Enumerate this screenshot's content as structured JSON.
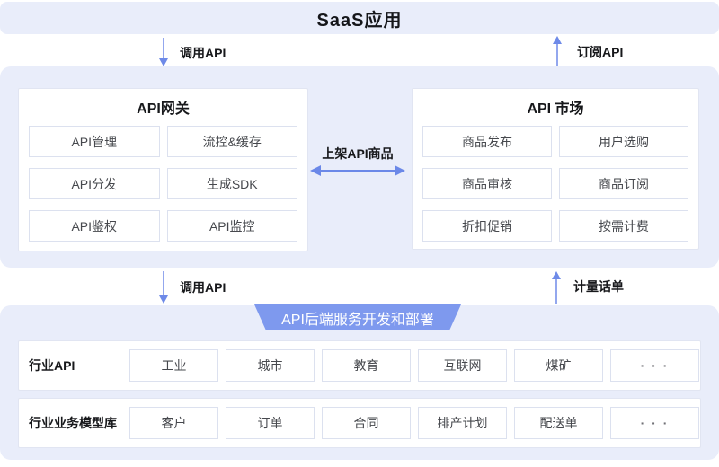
{
  "top_banner": {
    "title": "SaaS应用"
  },
  "flow_labels": {
    "call_api_top": "调用API",
    "subscribe_api": "订阅API",
    "publish_api_product": "上架API商品",
    "call_api_bottom": "调用API",
    "metering_cdr": "计量话单"
  },
  "gateway": {
    "title": "API网关",
    "items": [
      "API管理",
      "流控&缓存",
      "API分发",
      "生成SDK",
      "API鉴权",
      "API监控"
    ]
  },
  "market": {
    "title": "API 市场",
    "items": [
      "商品发布",
      "用户选购",
      "商品审核",
      "商品订阅",
      "折扣促销",
      "按需计费"
    ]
  },
  "backend": {
    "banner": "API后端服务开发和部署",
    "rows": [
      {
        "label": "行业API",
        "items": [
          "工业",
          "城市",
          "教育",
          "互联网",
          "煤矿",
          "· · ·"
        ]
      },
      {
        "label": "行业业务模型库",
        "items": [
          "客户",
          "订单",
          "合同",
          "排产计划",
          "配送单",
          "· · ·"
        ]
      }
    ]
  },
  "colors": {
    "panel_lavender": "#E9EDFA",
    "arrow_blue": "#6E8AE8",
    "banner_blue": "#7E99EE",
    "border_light": "#DCE1EF",
    "text_dark": "#17181B",
    "text_cell": "#46484D"
  }
}
